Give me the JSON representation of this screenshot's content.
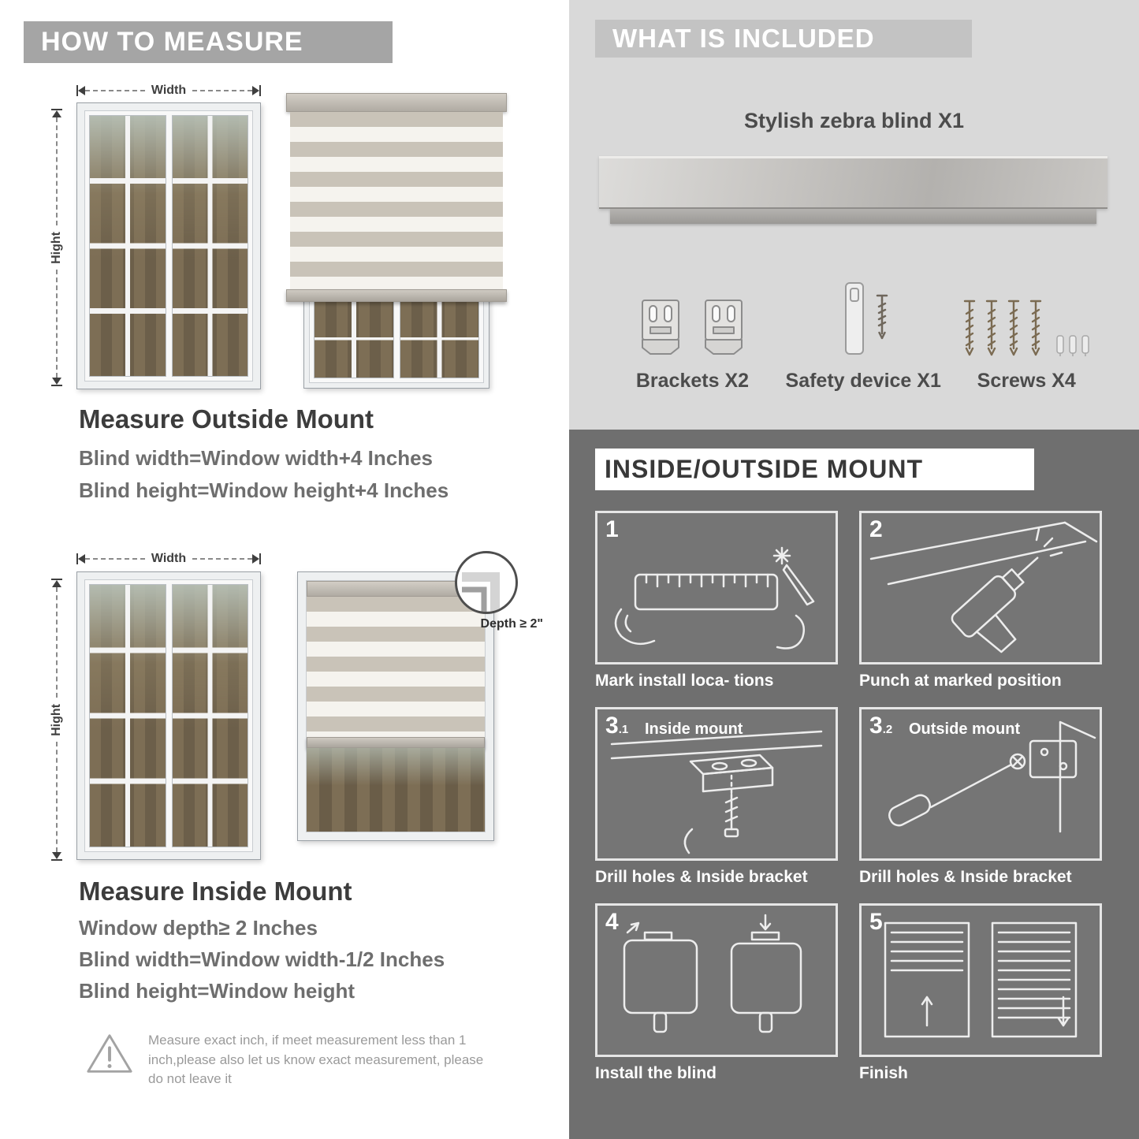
{
  "colors": {
    "left_header_bg": "#a5a5a5",
    "included_bg": "#d9d9d9",
    "included_header_bg": "#c3c3c3",
    "mount_bg": "#6f6f6f",
    "text_dark": "#3c3c3c",
    "text_gray": "#6e6e6e"
  },
  "left": {
    "header": "HOW TO MEASURE",
    "outside": {
      "width_label": "Width",
      "height_label": "Hight",
      "title": "Measure Outside Mount",
      "lines": [
        "Blind width=Window width+4 Inches",
        "Blind height=Window height+4 Inches"
      ]
    },
    "inside": {
      "width_label": "Width",
      "height_label": "Hight",
      "depth_callout": "Depth ≥ 2\"",
      "title": "Measure Inside Mount",
      "lines": [
        "Window depth≥ 2 Inches",
        "Blind width=Window width-1/2 Inches",
        "Blind height=Window height"
      ]
    },
    "warning_text": "Measure exact inch, if meet measurement less than 1 inch,please also let us know exact measurement, please do not leave it"
  },
  "included": {
    "header": "WHAT IS INCLUDED",
    "product_label": "Stylish zebra blind X1",
    "items": [
      {
        "label": "Brackets X2",
        "icon": "bracket-icon"
      },
      {
        "label": "Safety device X1",
        "icon": "safety-device-icon"
      },
      {
        "label": "Screws X4",
        "icon": "screw-icon"
      }
    ]
  },
  "mount": {
    "header": "INSIDE/OUTSIDE MOUNT",
    "steps": [
      {
        "num": "1",
        "sub": "",
        "title": "",
        "caption": "Mark install loca- tions",
        "icon": "measure-mark-icon"
      },
      {
        "num": "2",
        "sub": "",
        "title": "",
        "caption": "Punch at  marked position",
        "icon": "drill-icon"
      },
      {
        "num": "3",
        "sub": ".1",
        "title": "Inside mount",
        "caption": "Drill holes &  Inside bracket",
        "icon": "inside-bracket-icon"
      },
      {
        "num": "3",
        "sub": ".2",
        "title": "Outside mount",
        "caption": "Drill holes &  Inside bracket",
        "icon": "outside-bracket-icon"
      },
      {
        "num": "4",
        "sub": "",
        "title": "",
        "caption": "Install the blind",
        "icon": "install-blind-icon"
      },
      {
        "num": "5",
        "sub": "",
        "title": "",
        "caption": "Finish",
        "icon": "finish-icon"
      }
    ]
  }
}
